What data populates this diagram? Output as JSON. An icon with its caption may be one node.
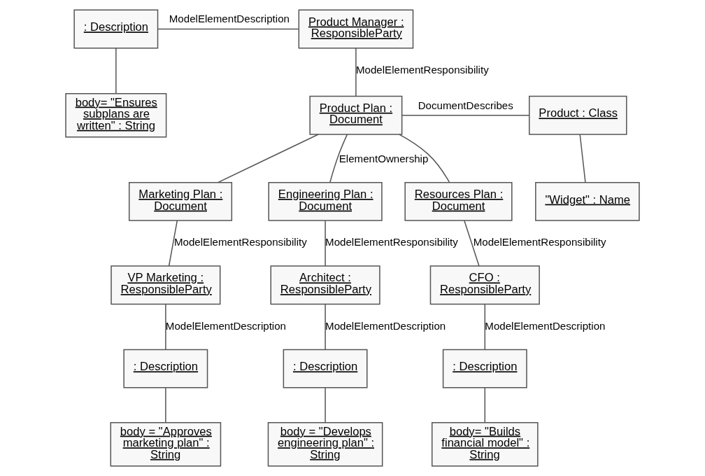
{
  "diagram": {
    "nodes": [
      {
        "text": [
          ": Description"
        ]
      },
      {
        "text": [
          "Product Manager : ResponsibleParty"
        ]
      },
      {
        "text": [
          "body= \"Ensures subplans are written\" : String"
        ]
      },
      {
        "text": [
          "Product Plan : Document"
        ]
      },
      {
        "text": [
          "Product : Class"
        ]
      },
      {
        "text": [
          "\"Widget\" : Name"
        ]
      },
      {
        "text": [
          "Marketing Plan : Document"
        ]
      },
      {
        "text": [
          "Engineering Plan : Document"
        ]
      },
      {
        "text": [
          "Resources Plan : Document"
        ]
      },
      {
        "text": [
          "VP Marketing : ResponsibleParty"
        ]
      },
      {
        "text": [
          "Architect : ResponsibleParty"
        ]
      },
      {
        "text": [
          "CFO : ResponsibleParty"
        ]
      },
      {
        "text": [
          ": Description"
        ]
      },
      {
        "text": [
          ": Description"
        ]
      },
      {
        "text": [
          ": Description"
        ]
      },
      {
        "text": [
          "body = \"Approves marketing plan\" : String"
        ]
      },
      {
        "text": [
          "body = \"Develops engineering plan\" : String"
        ]
      },
      {
        "text": [
          "body= \"Builds financial model\" : String"
        ]
      }
    ],
    "edges": [
      {
        "from": 0,
        "to": 1,
        "arrow": "none",
        "label": "ModelElementDescription"
      },
      {
        "from": 0,
        "to": 2,
        "arrow": "none"
      },
      {
        "from": 1,
        "to": 3,
        "arrow": "none",
        "label": "ModelElementResponsibility"
      },
      {
        "from": 3,
        "to": 4,
        "arrow": "none",
        "label": "DocumentDescribes"
      },
      {
        "from": 4,
        "to": 5,
        "arrow": "none"
      },
      {
        "from": 3,
        "to": 6,
        "arrow": "none"
      },
      {
        "from": 3,
        "to": 7,
        "arrow": "none",
        "label": "ElementOwnership"
      },
      {
        "from": 3,
        "to": 8,
        "arrow": "none"
      },
      {
        "from": 6,
        "to": 9,
        "arrow": "none",
        "label": "ModelElementResponsibility"
      },
      {
        "from": 7,
        "to": 10,
        "arrow": "none",
        "label": "ModelElementResponsibility"
      },
      {
        "from": 8,
        "to": 11,
        "arrow": "none",
        "label": "ModelElementResponsibility"
      },
      {
        "from": 9,
        "to": 12,
        "arrow": "none",
        "label": "ModelElementDescription"
      },
      {
        "from": 10,
        "to": 13,
        "arrow": "none",
        "label": "ModelElementDescription"
      },
      {
        "from": 11,
        "to": 14,
        "arrow": "none",
        "label": "ModelElementDescription"
      },
      {
        "from": 12,
        "to": 15,
        "arrow": "none"
      },
      {
        "from": 13,
        "to": 16,
        "arrow": "none"
      },
      {
        "from": 14,
        "to": 17,
        "arrow": "none"
      }
    ]
  }
}
